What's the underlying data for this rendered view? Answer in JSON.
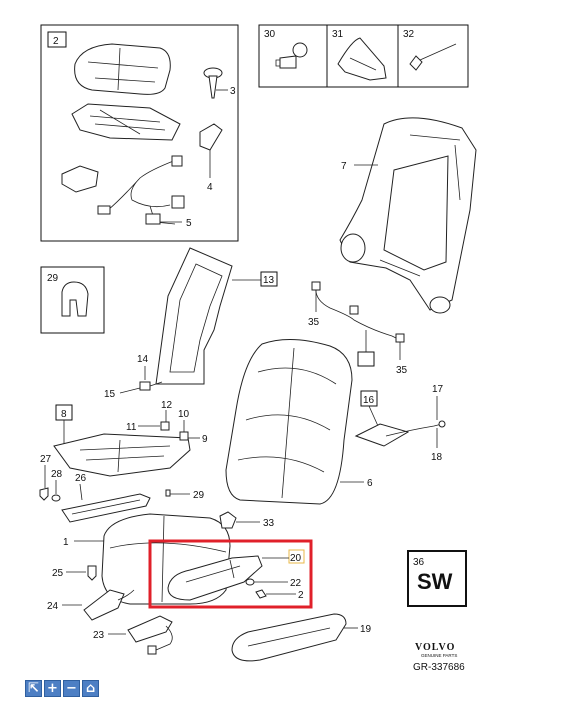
{
  "callouts": {
    "c1": "1",
    "c2": "2",
    "c2b": "2",
    "c3": "3",
    "c4": "4",
    "c5": "5",
    "c6": "6",
    "c7": "7",
    "c8": "8",
    "c9": "9",
    "c10": "10",
    "c11": "11",
    "c12": "12",
    "c13": "13",
    "c14": "14",
    "c15": "15",
    "c16": "16",
    "c17": "17",
    "c18": "18",
    "c19": "19",
    "c20": "20",
    "c22": "22",
    "c23": "23",
    "c24": "24",
    "c25": "25",
    "c26": "26",
    "c27": "27",
    "c28": "28",
    "c29": "29",
    "c29b": "29",
    "c30": "30",
    "c31": "31",
    "c32": "32",
    "c33": "33",
    "c35a": "35",
    "c35b": "35",
    "c36": "36"
  },
  "sw_code": "SW",
  "brand": {
    "name": "VOLVO",
    "tagline": "GENUINE PARTS",
    "ref": "GR-337686"
  },
  "highlight_color": "#e0202a",
  "toolbar": [
    {
      "icon": "cursor-icon",
      "glyph": "⇱"
    },
    {
      "icon": "plus-icon",
      "glyph": "+"
    },
    {
      "icon": "minus-icon",
      "glyph": "−"
    },
    {
      "icon": "home-icon",
      "glyph": "⌂"
    }
  ]
}
